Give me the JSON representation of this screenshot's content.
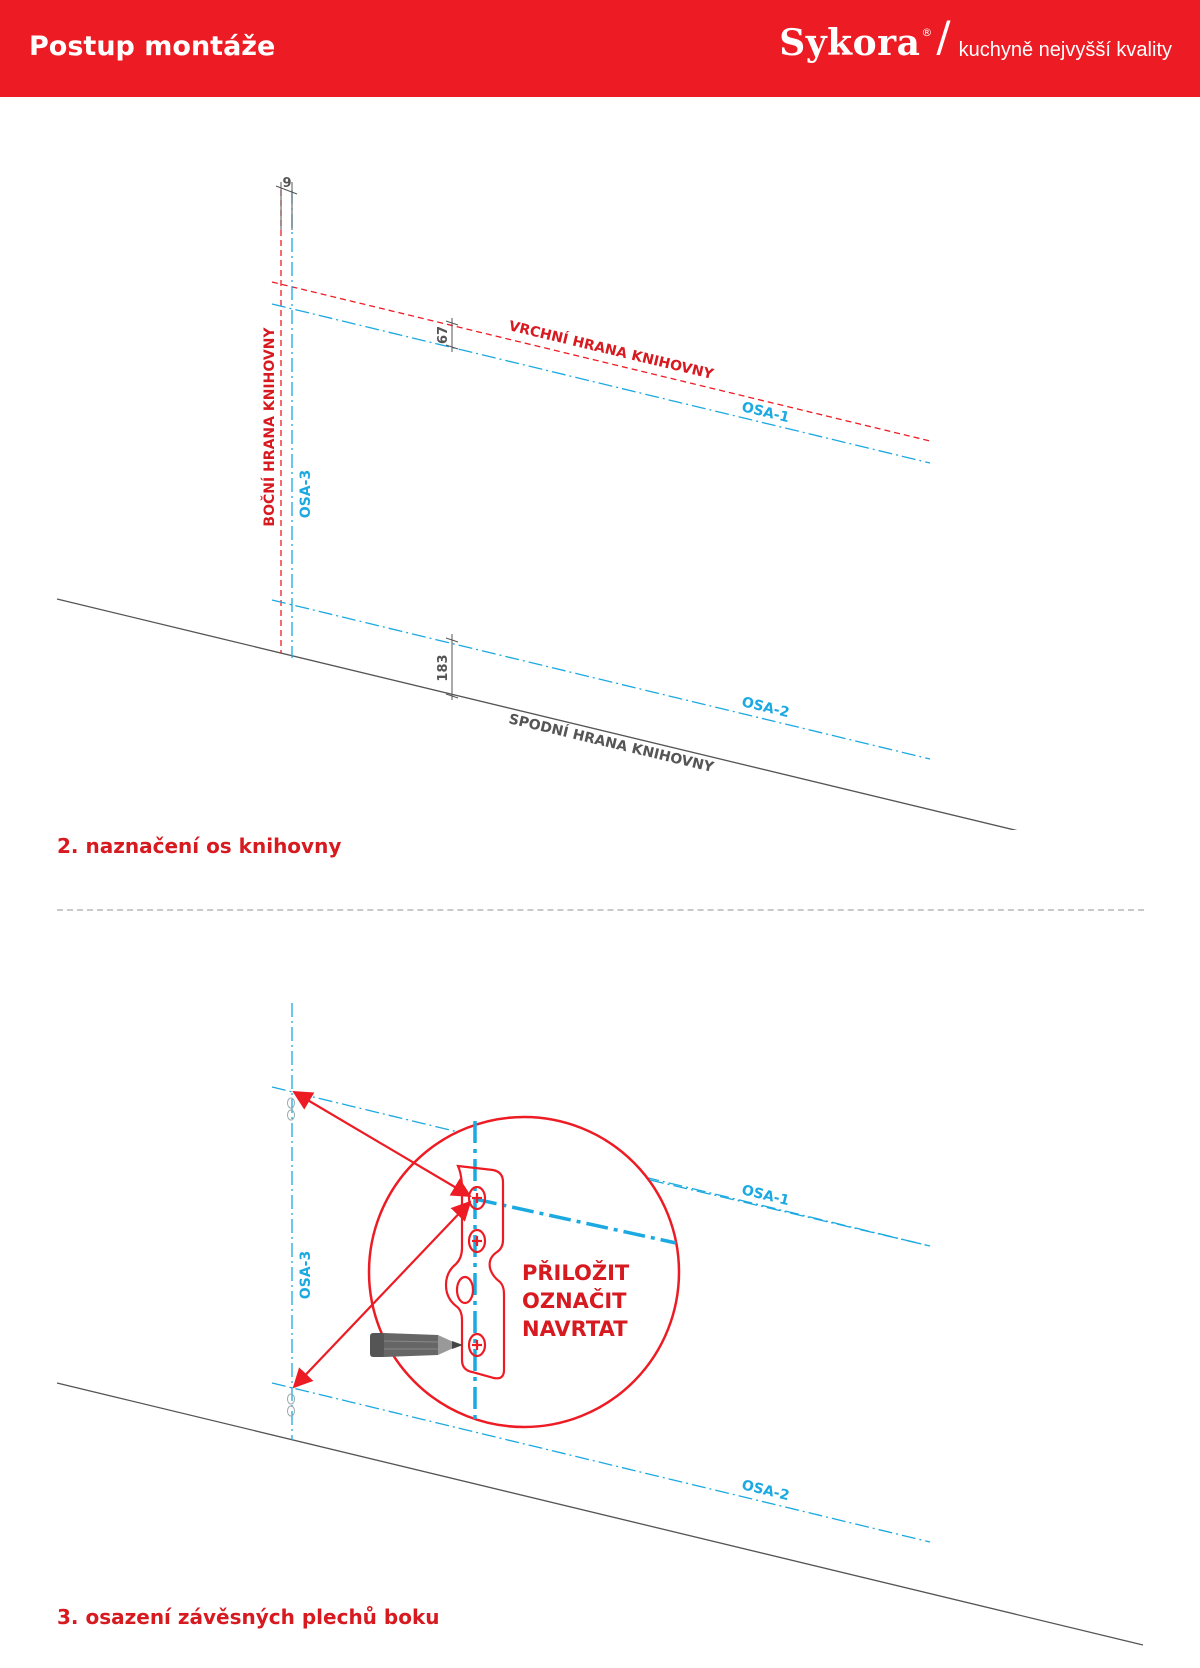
{
  "header": {
    "title": "Postup montáže",
    "brand_name": "Sykora",
    "brand_reg": "®",
    "brand_tagline": "kuchyně nejvyšší kvality"
  },
  "colors": {
    "accent_red": "#ed1c24",
    "axis_blue": "#1ba9e1",
    "line_grey": "#555555"
  },
  "step2": {
    "title": "2. naznačení os knihovny",
    "dim_side": "9",
    "dim_top": "67",
    "dim_bottom": "183",
    "label_top_edge": "VRCHNÍ HRANA KNIHOVNY",
    "label_side_edge": "BOČNÍ HRANA KNIHOVNY",
    "label_bottom_edge": "SPODNÍ HRANA KNIHOVNY",
    "axis1": "OSA-1",
    "axis2": "OSA-2",
    "axis3": "OSA-3"
  },
  "step3": {
    "title": "3. osazení závěsných plechů boku",
    "axis1": "OSA-1",
    "axis2": "OSA-2",
    "axis3": "OSA-3",
    "instruction_1": "PŘILOŽIT",
    "instruction_2": "OZNAČIT",
    "instruction_3": "NAVRTAT",
    "icons": [
      "pencil-icon",
      "hanging-plate-icon",
      "double-arrow-icon"
    ]
  }
}
